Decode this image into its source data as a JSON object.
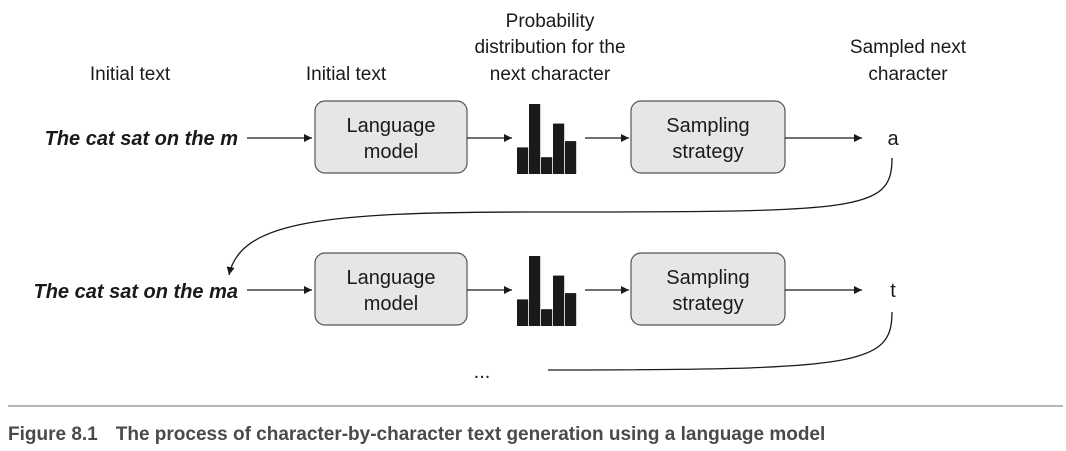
{
  "headers": {
    "initial_text_left": "Initial text",
    "initial_text_mid": "Initial text",
    "probability": [
      "Probability",
      "distribution for the",
      "next character"
    ],
    "sampled": [
      "Sampled next",
      "character"
    ]
  },
  "boxes": {
    "language_model": [
      "Language",
      "model"
    ],
    "sampling_strategy": [
      "Sampling",
      "strategy"
    ]
  },
  "rows": [
    {
      "input": "The cat sat on the m",
      "output": "a"
    },
    {
      "input": "The cat sat on the ma",
      "output": "t"
    }
  ],
  "ellipsis": "...",
  "histogram_relative_heights": [
    0.38,
    1.0,
    0.24,
    0.72,
    0.47
  ],
  "caption": {
    "figure": "Figure 8.1",
    "text": "The process of character-by-character text generation using a language model"
  }
}
